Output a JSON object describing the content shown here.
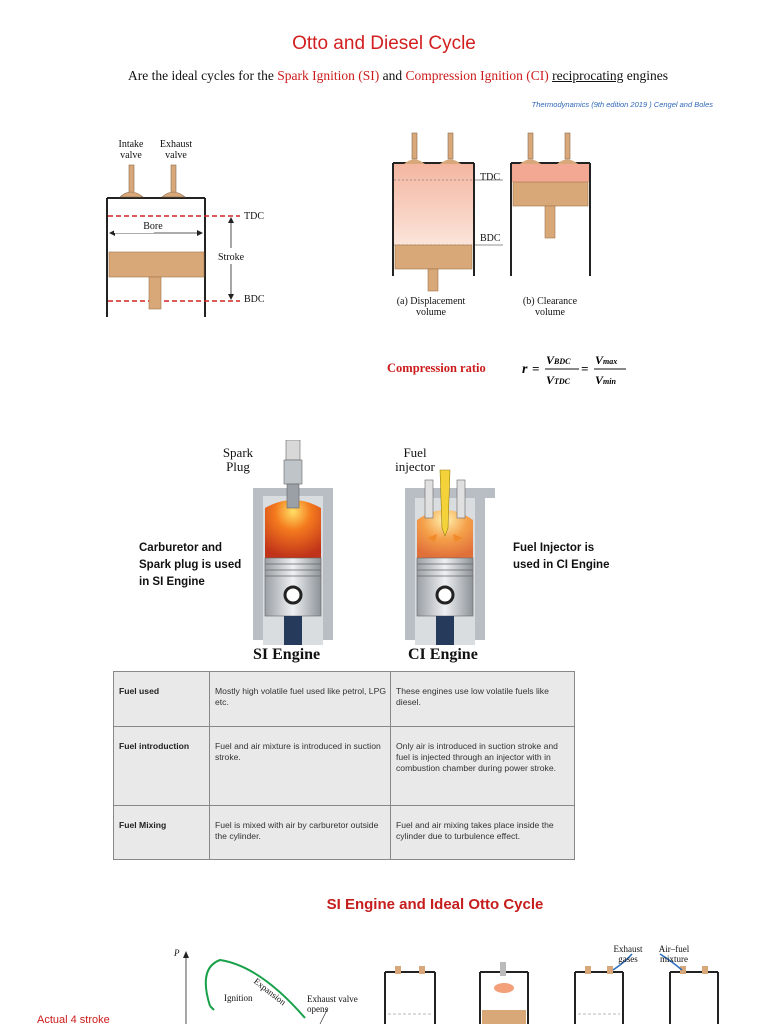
{
  "header": {
    "title": "Otto and Diesel Cycle",
    "subtitle": {
      "part1": "Are the ideal cycles for the ",
      "si": "Spark Ignition (SI)",
      "and": " and ",
      "ci": "Compression Ignition (CI)",
      "space": " ",
      "recip": "reciprocating",
      "end": " engines"
    },
    "citation": "Thermodynamics (9th edition 2019 ) Cengel and Boles"
  },
  "cylinder_figure": {
    "intake": "Intake valve",
    "exhaust": "Exhaust valve",
    "bore": "Bore",
    "stroke": "Stroke",
    "tdc": "TDC",
    "bdc": "BDC"
  },
  "volume_figure": {
    "tdc": "TDC",
    "bdc": "BDC",
    "a_label": "(a) Displacement volume",
    "b_label": "(b) Clearance volume"
  },
  "compression": {
    "label": "Compression ratio",
    "formula": "r = V_BDC / V_TDC = V_max / V_min"
  },
  "engines": {
    "spark_plug": "Spark Plug",
    "fuel_injector": "Fuel injector",
    "left_note": "Carburetor and Spark plug is used in SI Engine",
    "right_note": "Fuel Injector is used in CI Engine",
    "si_name": "SI Engine",
    "ci_name": "CI Engine"
  },
  "table": {
    "rows": [
      {
        "h": "Fuel used",
        "si": "Mostly high volatile fuel used like petrol, LPG etc.",
        "ci": "These engines use low volatile fuels like diesel."
      },
      {
        "h": "Fuel introduction",
        "si": "Fuel and air mixture is introduced in suction stroke.",
        "ci": "Only air is introduced in suction stroke and fuel is injected through an injector with in combustion chamber during power stroke."
      },
      {
        "h": "Fuel Mixing",
        "si": "Fuel is mixed with air by carburetor outside the cylinder.",
        "ci": "Fuel and air mixing takes place inside the cylinder due to turbulence effect."
      }
    ]
  },
  "otto_section": {
    "title": "SI Engine and Ideal Otto Cycle",
    "p_axis": "P",
    "expansion": "Expansion",
    "ignition": "Ignition",
    "exhaust_opens": "Exhaust valve opens",
    "exhaust_gases": "Exhaust gases",
    "air_fuel": "Air–fuel mixture",
    "actual": "Actual 4 stroke"
  },
  "colors": {
    "accent_red": "#cc1b1b",
    "citation_blue": "#2e66b8",
    "piston_tan": "#d9a878",
    "gas_pink": "#f6cfc0"
  }
}
